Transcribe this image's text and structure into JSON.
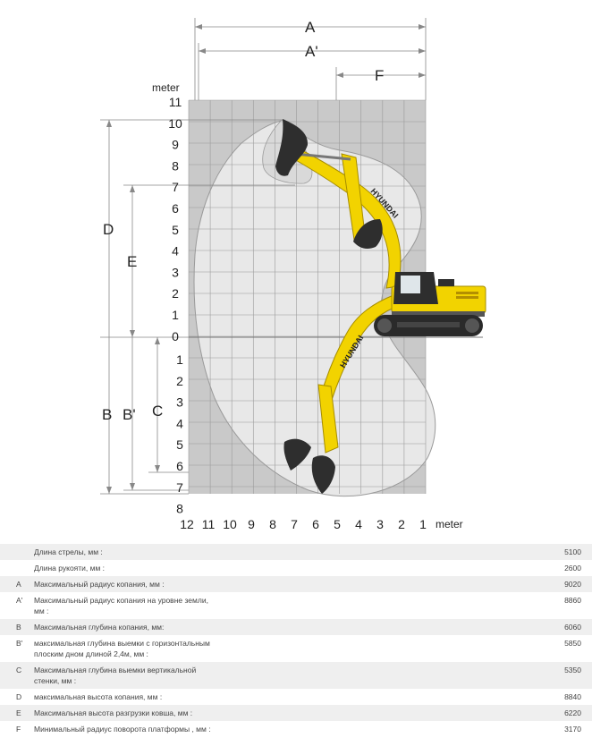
{
  "diagram": {
    "dim_labels": {
      "A": "A",
      "A_prime": "A'",
      "F": "F",
      "D": "D",
      "E": "E",
      "B": "B",
      "B_prime": "B'",
      "C": "C"
    },
    "unit": "meter",
    "y_ticks_up": [
      "11",
      "10",
      "9",
      "8",
      "7",
      "6",
      "5",
      "4",
      "3",
      "2",
      "1",
      "0"
    ],
    "y_ticks_down": [
      "1",
      "2",
      "3",
      "4",
      "5",
      "6",
      "7",
      "8"
    ],
    "x_ticks": [
      "12",
      "11",
      "10",
      "9",
      "8",
      "7",
      "6",
      "5",
      "4",
      "3",
      "2",
      "1"
    ],
    "boom_text": "HYUNDAI",
    "colors": {
      "boom": "#f2d300",
      "grid_bg": "#c9c9c9",
      "envelope": "#e8e8e8",
      "track": "#2a2a2a"
    }
  },
  "specs": [
    {
      "code": "",
      "name": "Длина стрелы, мм :",
      "value": "5100"
    },
    {
      "code": "",
      "name": "Длина рукояти, мм :",
      "value": "2600"
    },
    {
      "code": "A",
      "name": "Максимальный радиус копания, мм :",
      "value": "9020"
    },
    {
      "code": "A'",
      "name": "Максимальный радиус копания на уровне земли, мм :",
      "value": "8860"
    },
    {
      "code": "B",
      "name": "Максимальная глубина копания, мм:",
      "value": "6060"
    },
    {
      "code": "B'",
      "name": "максимальная глубина выемки с горизонтальным плоским дном длиной 2,4м, мм :",
      "value": "5850"
    },
    {
      "code": "C",
      "name": "Максимальная глубина выемки вертикальной стенки, мм :",
      "value": "5350"
    },
    {
      "code": "D",
      "name": "максимальная высота копания, мм :",
      "value": "8840"
    },
    {
      "code": "E",
      "name": "Максимальная высота разгрузки ковша, мм :",
      "value": "6220"
    },
    {
      "code": "F",
      "name": "Минимальный радиус поворота платформы , мм :",
      "value": "3170"
    }
  ]
}
